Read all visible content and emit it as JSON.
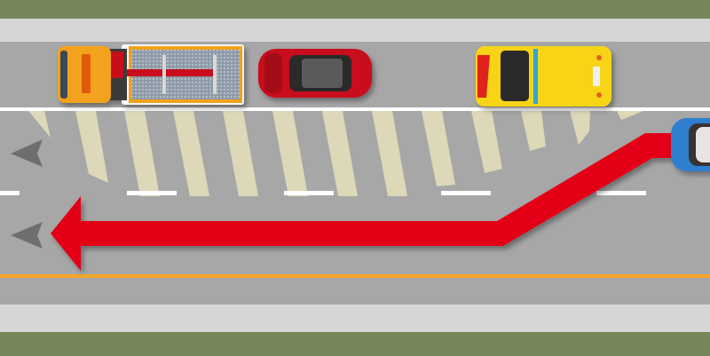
{
  "scene": {
    "colors": {
      "grass": "#78875a",
      "shoulder": "#d6d6d6",
      "asphalt": "#a7a7a7",
      "lane_line": "#ffffff",
      "edge_line": "#f5a623",
      "hatching": "#dcd8b8",
      "route_arrow": "#e30613",
      "direction_arrow": "#6e6e6e",
      "tow_truck": "#f2a21d",
      "red_car": "#c8101a",
      "ambulance": "#f7d417",
      "blue_car": "#2f7fcf"
    },
    "vehicles": [
      "tow-truck",
      "red-car",
      "ambulance",
      "blue-car"
    ],
    "icons": [
      "direction-arrow-icon",
      "route-arrow-icon"
    ]
  }
}
